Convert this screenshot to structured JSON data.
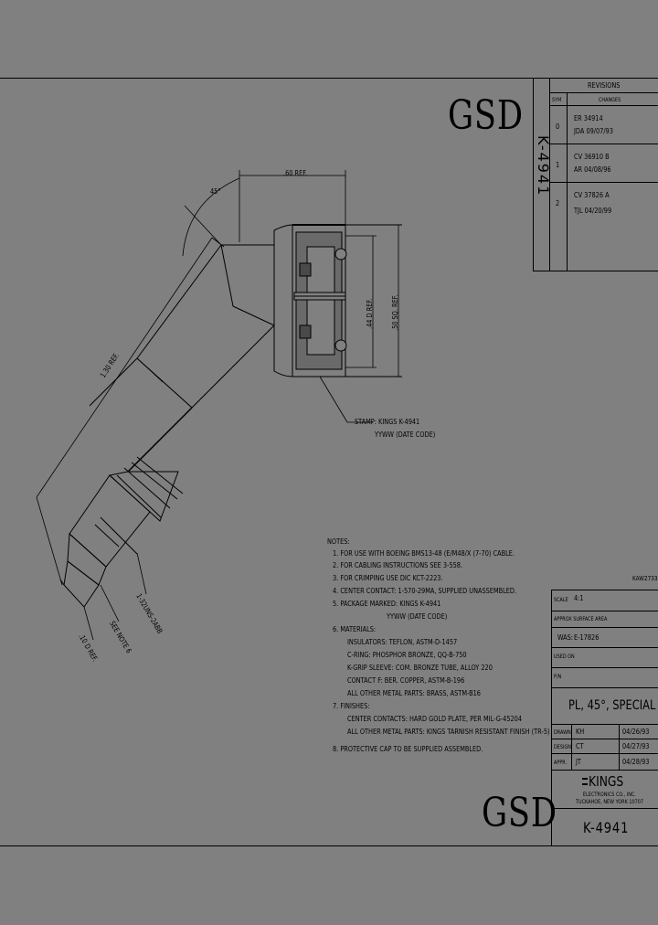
{
  "logo_text": "GSD",
  "part_number_vertical": "K-4941",
  "revisions": {
    "title": "REVISIONS",
    "col_rev": "SYM",
    "col_changes": "CHANGES",
    "rows": [
      {
        "rev": "0",
        "line1": "ER  34914",
        "line2": "JDA  09/07/93"
      },
      {
        "rev": "1",
        "line1": "CV  36910  B",
        "line2": "AR  04/08/96"
      },
      {
        "rev": "2",
        "line1": "CV  37826  A",
        "line2": "TJL  04/20/99"
      }
    ]
  },
  "dimensions": {
    "angle": "45°",
    "ref_60": ".60 REF.",
    "ref_130": "1.30 REF.",
    "ref_44": ".44 D REF.",
    "ref_50": ".50 SQ. REF.",
    "ref_10": ".10 D REF.",
    "see_note": "SEE NOTE 6",
    "thread": "1-32UNS-2ABB",
    "stamp_line1": "STAMP: KINGS K-4941",
    "stamp_line2": "YYWW (DATE CODE)"
  },
  "notes": {
    "title": "NOTES:",
    "items": [
      "1. FOR USE WITH BOEING BMS13-48 (E/M48/X (7-70) CABLE.",
      "2. FOR CABLING INSTRUCTIONS SEE 3-558.",
      "3. FOR CRIMPING USE DIC KCT-2223.",
      "4. CENTER CONTACT: 1-570-29MA, SUPPLIED UNASSEMBLED.",
      "5. PACKAGE MARKED: KINGS K-4941",
      "YYWW (DATE CODE)",
      "6. MATERIALS:",
      "INSULATORS: TEFLON, ASTM-D-1457",
      "C-RING: PHOSPHOR BRONZE, QQ-B-750",
      "K-GRIP SLEEVE: COM. BRONZE TUBE, ALLOY 220",
      "CONTACT F: BER. COPPER, ASTM-B-196",
      "ALL OTHER METAL PARTS: BRASS, ASTM-B16",
      "7. FINISHES:",
      "CENTER CONTACTS: HARD GOLD PLATE, PER MIL-G-45204",
      "ALL OTHER METAL PARTS: KINGS TARNISH RESISTANT FINISH (TR-5)",
      "8. PROTECTIVE CAP TO BE SUPPLIED ASSEMBLED."
    ]
  },
  "title_block": {
    "sheet_code": "KAW2733",
    "scale_label": "SCALE",
    "scale_value": "4:1",
    "approx_area": "APPROX SURFACE AREA",
    "was_label": "WAS:",
    "was_value": "E-17826",
    "used_on_label": "USED ON",
    "pn_label": "P/N",
    "title": "PL, 45°, SPECIAL",
    "drawn_label": "DRAWN",
    "drawn_by": "KH",
    "drawn_date": "04/26/93",
    "design_label": "DESIGN",
    "design_by": "CT",
    "design_date": "04/27/93",
    "appr_label": "APPR.",
    "appr_by": "JT",
    "appr_date": "04/28/93",
    "company": "KINGS",
    "company_sub1": "ELECTRONICS CO., INC.",
    "company_sub2": "TUCKAHOE, NEW YORK 10707",
    "part_number": "K-4941"
  }
}
